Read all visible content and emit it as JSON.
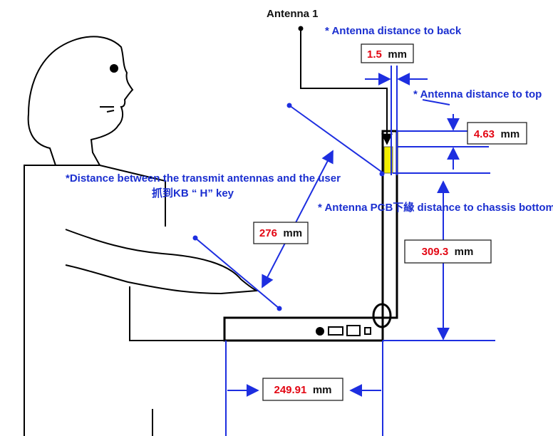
{
  "labels": {
    "antenna_title": "Antenna 1",
    "dist_back": "* Antenna distance to back",
    "dist_top": "* Antenna distance to top",
    "dist_user_line1": "*Distance between the transmit antennas and the user",
    "dist_user_line2": "抓到KB “ H” key",
    "dist_bottom": "* Antenna PCB下緣 distance to chassis bottom"
  },
  "measurements": {
    "back": {
      "value": "1.5",
      "unit": "mm"
    },
    "top": {
      "value": "4.63",
      "unit": "mm"
    },
    "user": {
      "value": "276",
      "unit": "mm"
    },
    "bottom": {
      "value": "309.3",
      "unit": "mm"
    },
    "width": {
      "value": "249.91",
      "unit": "mm"
    }
  },
  "colors": {
    "annotation": "#1d2ee0",
    "value": "#e30613",
    "antenna": "#f2ee00",
    "outline": "#000000"
  }
}
